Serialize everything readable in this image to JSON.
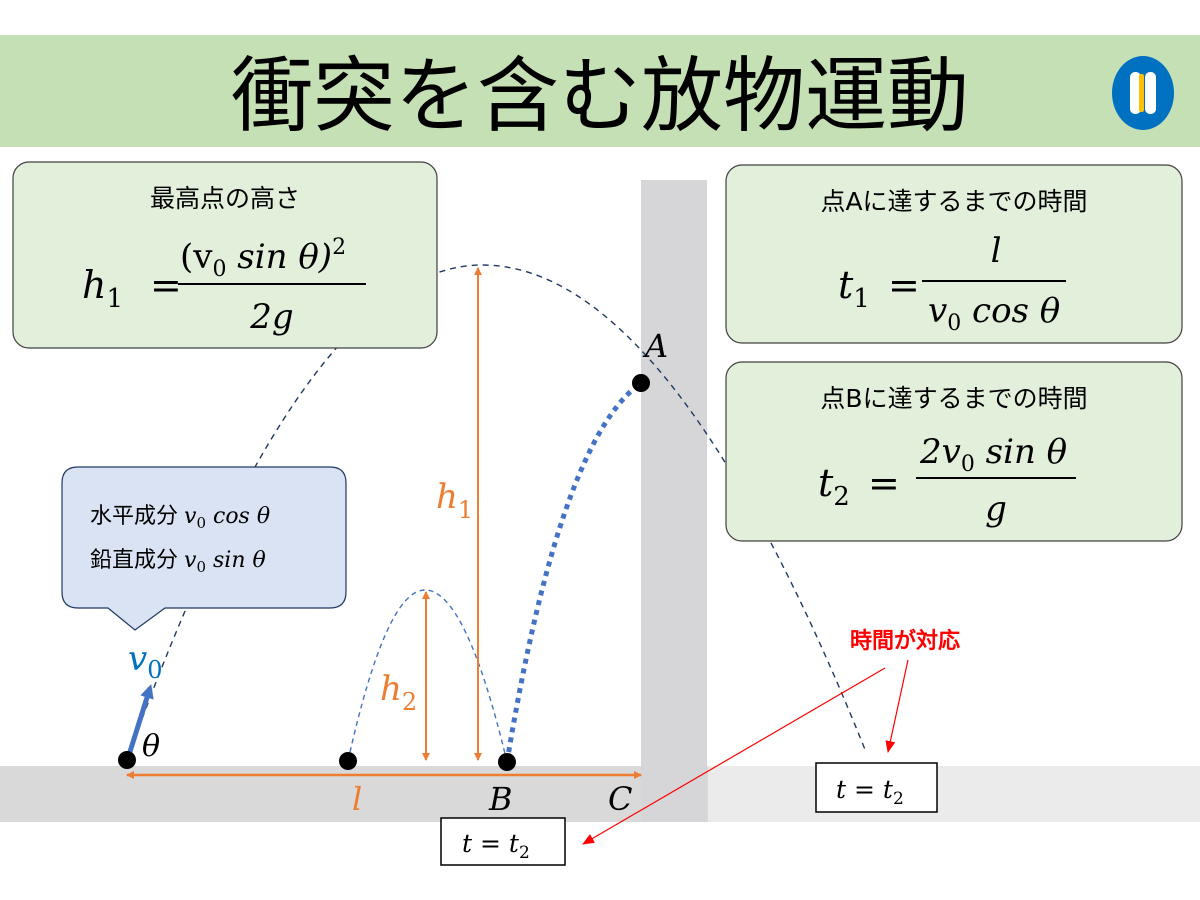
{
  "title": "衝突を含む放物運動",
  "colors": {
    "title_band": "#c5e0b4",
    "box_fill": "#e2efda",
    "bubble_fill": "#dae3f3",
    "orange": "#ed7d31",
    "blue": "#4472c4",
    "v0_blue": "#0070c0",
    "red": "#ff0000",
    "ground": "#d9d9d9",
    "wall": "#d6d5d8"
  },
  "box_h1": {
    "heading": "最高点の高さ",
    "lhs": "h",
    "lhs_sub": "1",
    "eq": "=",
    "num": "(v",
    "num_sub": "0",
    "num_rest": " sin θ)",
    "num_sup": "2",
    "den": "2g"
  },
  "box_t1": {
    "heading": "点Aに達するまでの時間",
    "lhs": "t",
    "lhs_sub": "1",
    "eq": "=",
    "num": "l",
    "den": "v",
    "den_sub": "0",
    "den_rest": " cos θ"
  },
  "box_t2": {
    "heading": "点Bに達するまでの時間",
    "lhs": "t",
    "lhs_sub": "2",
    "eq": "=",
    "num": "2v",
    "num_sub": "0",
    "num_rest": " sin θ",
    "den": "g"
  },
  "bubble": {
    "line1": "水平成分",
    "line1_math": "v",
    "line1_sub": "0",
    "line1_rest": " cos θ",
    "line2": "鉛直成分",
    "line2_math": "v",
    "line2_sub": "0",
    "line2_rest": " sin θ"
  },
  "labels": {
    "A": "A",
    "B": "B",
    "C": "C",
    "l": "l",
    "theta": "θ",
    "v0": "v",
    "v0_sub": "0",
    "h1": "h",
    "h1_sub": "1",
    "h2": "h",
    "h2_sub": "2"
  },
  "time_boxes": [
    {
      "t": "t = t",
      "sub": "2"
    },
    {
      "t": "t = t",
      "sub": "2"
    }
  ],
  "annotation": "時間が対応"
}
